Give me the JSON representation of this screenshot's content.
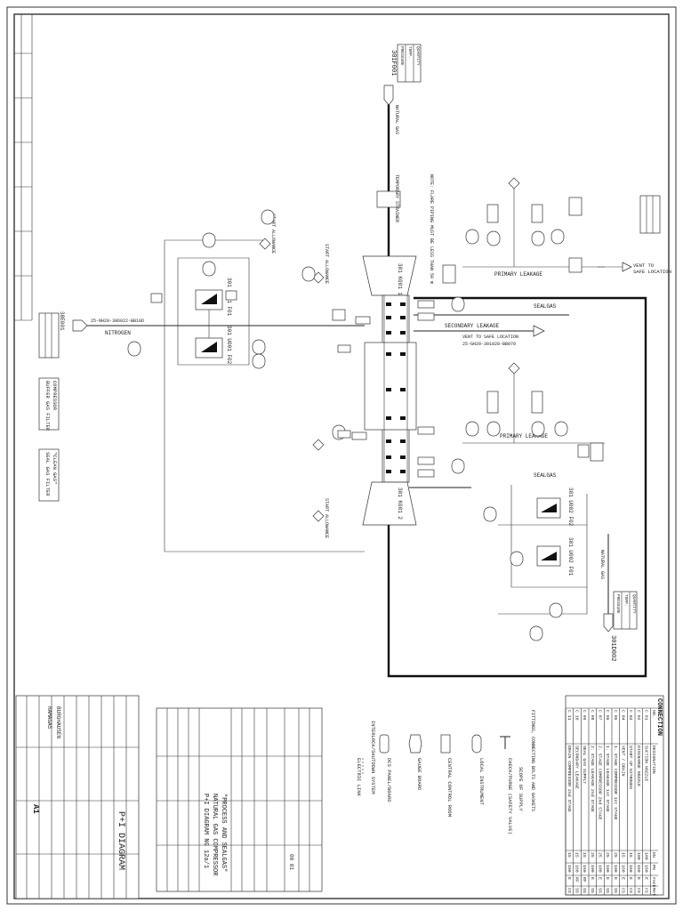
{
  "title_block": {
    "drawing_title": "P+I DIAGRAM",
    "sheet_size": "A1",
    "description_line1": "P+I DIAGRAM NG 12a/1",
    "description_line2": "NATURAL GAS COMPRESSOR",
    "description_line3": "\"PROCESS AND SEALGAS\"",
    "project": "RAMAGAS",
    "customer": "BURGHAUSEN",
    "doc_no": "00 01"
  },
  "connection_table": {
    "heading": "CONNECTION",
    "columns": [
      "NO.",
      "DESIGNATION",
      "DN",
      "PN",
      "FACE",
      "MAT"
    ],
    "rows": [
      [
        "C 01",
        "SUCTION NOZZLE",
        "100",
        "160",
        "E",
        "CS"
      ],
      [
        "C 02",
        "DISCHARGE NOZZLE",
        "100",
        "160",
        "E",
        "CS"
      ],
      [
        "C 03",
        "START UP NITROGEN",
        "15",
        "160",
        "E",
        "CS"
      ],
      [
        "C 04",
        "VENT / DRAIN",
        "15",
        "160",
        "E",
        "CS"
      ],
      [
        "C 05",
        "1. STAGE COMPRESSOR 1st STAGE",
        "25",
        "100",
        "E",
        "SS"
      ],
      [
        "C 06",
        "1. STAGE LEAKAGE 1st STAGE",
        "25",
        "100",
        "E",
        "SS"
      ],
      [
        "C 07",
        "2. STAGE COMPRESSOR 2nd STAGE",
        "25",
        "100",
        "E",
        "SS"
      ],
      [
        "C 08",
        "2. STAGE LEAKAGE 2nd STAGE",
        "25",
        "100",
        "E",
        "SS"
      ],
      [
        "C 09",
        "SEAL GAS SUPPLY",
        "15",
        "160",
        "RF",
        "SS"
      ],
      [
        "C 10",
        "SECONDARY LEAKAGE",
        "15",
        "160",
        "RF",
        "SS"
      ],
      [
        "C 11",
        "DRAIN COMPRESSOR 2nd STAGE",
        "15",
        "100",
        "E",
        "CS"
      ]
    ]
  },
  "legend": {
    "notes": "FITTINGS, CONNECTING BOLTS AND GASKETS",
    "items": [
      "CHECK/PURGE (SAFETY VALVE)",
      "SCOPE OF SUPPLY",
      "LOCAL INSTRUMENT",
      "CENTRAL CONTROL ROOM",
      "GAUGE BOARD",
      "DCS PANEL/BOARD",
      "INTERLOCK/SHUTDOWN SYSTEM",
      "ELECTRIC LINK"
    ]
  },
  "labels": {
    "suction_tag": "301F001",
    "discharge_tag": "301D002",
    "nitrogen_tag": "38E001",
    "compressor_1": "301 K001 1",
    "compressor_2": "301 K001 2",
    "filter_upper_a": "301 U001 F01",
    "filter_upper_b": "301 U001 F02",
    "filter_lower_a": "301 U002 F01",
    "filter_lower_b": "301 U002 F02",
    "natural_gas": "NATURAL GAS",
    "nitrogen": "NITROGEN",
    "primary_leakage": "PRIMARY LEAKAGE",
    "secondary_leakage": "SECONDARY LEAKAGE",
    "vent_safe_location": "VENT TO SAFE LOCATION",
    "vent_to": "VENT TO",
    "safe_location": "SAFE LOCATION",
    "sealgas": "SEALGAS",
    "start_allowance": "START ALLOWANCE",
    "temporary_strainer": "TEMPORARY STRAINER",
    "buffer_gas_filter_1": "BUFFER GAS FILTER",
    "buffer_gas_filter_2": "COMPRESSOR",
    "sealgas_filter_1": "SEAL GAS FILTER",
    "sealgas_filter_2": "\"CLEAN GAS\"",
    "natural_gas_comp": "NATURAL GAS",
    "line_nitrogen": "25-NH20-386022-BB10D",
    "line_vent": "25-GH20-301028-BB070",
    "note_text": "NOTE: FLARE PIPING MUST BE LESS THAN 50 m",
    "pressure": "PRESSURE",
    "temp": "TEMP.",
    "quantity": "QUANTITY"
  }
}
